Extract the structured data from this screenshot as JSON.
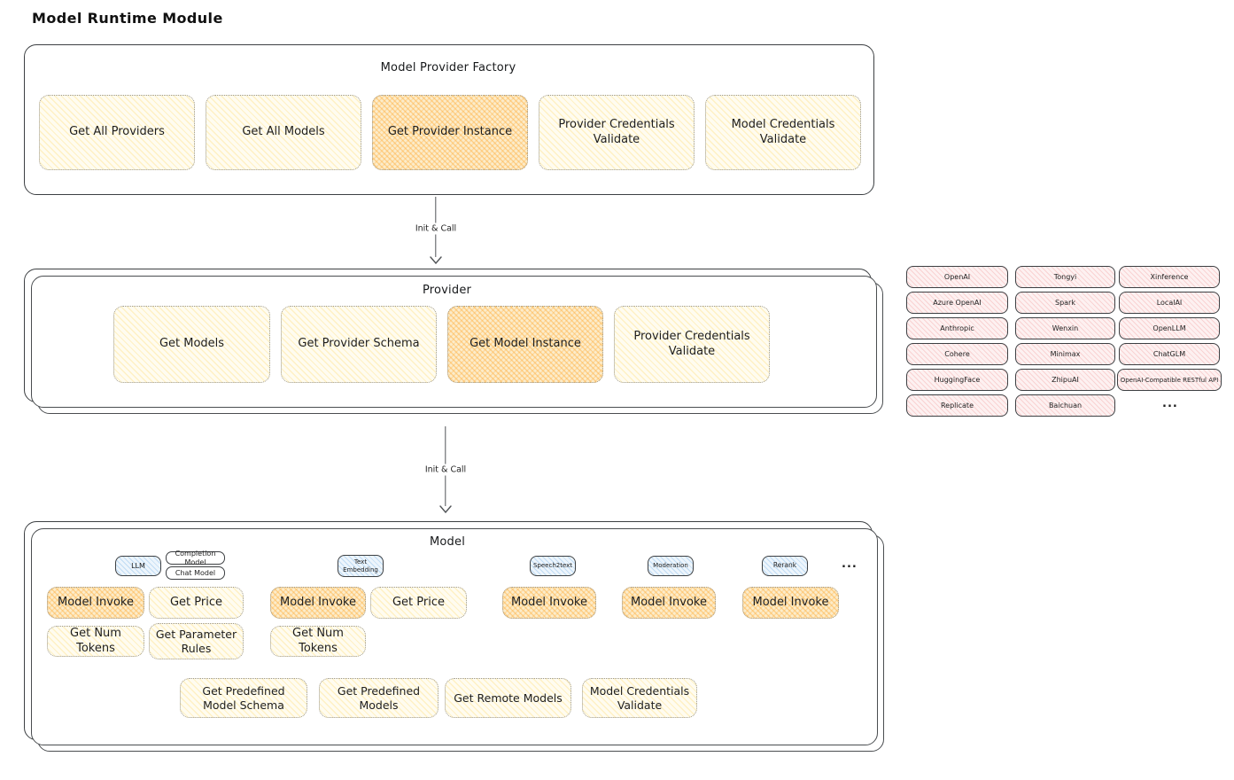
{
  "diagram": {
    "title": "Model Runtime Module",
    "factory": {
      "title": "Model Provider Factory",
      "boxes": [
        {
          "label": "Get All Providers"
        },
        {
          "label": "Get All Models"
        },
        {
          "label": "Get Provider Instance"
        },
        {
          "label": "Provider Credentials Validate"
        },
        {
          "label": "Model Credentials Validate"
        }
      ]
    },
    "arrows": [
      {
        "label": "Init & Call"
      },
      {
        "label": "Init & Call"
      }
    ],
    "provider": {
      "title": "Provider",
      "boxes": [
        {
          "label": "Get Models"
        },
        {
          "label": "Get Provider Schema"
        },
        {
          "label": "Get Model Instance"
        },
        {
          "label": "Provider Credentials Validate"
        }
      ]
    },
    "providers_list": {
      "col1": [
        "OpenAI",
        "Azure OpenAI",
        "Anthropic",
        "Cohere",
        "HuggingFace",
        "Replicate"
      ],
      "col2": [
        "Tongyi",
        "Spark",
        "Wenxin",
        "Minimax",
        "ZhipuAI",
        "Baichuan"
      ],
      "col3": [
        "Xinference",
        "LocalAI",
        "OpenLLM",
        "ChatGLM",
        "OpenAI-Compatible RESTful API"
      ],
      "more": "..."
    },
    "model": {
      "title": "Model",
      "tabs": {
        "llm": "LLM",
        "completion_model": "Completion Model",
        "chat_model": "Chat Model",
        "text_embedding": "Text Embedding",
        "speech2text": "Speech2text",
        "moderation": "Moderation",
        "rerank": "Rerank",
        "more": "..."
      },
      "llm_ops": [
        "Model Invoke",
        "Get Price",
        "Get Num Tokens",
        "Get Parameter Rules"
      ],
      "embedding_ops": [
        "Model Invoke",
        "Get Price",
        "Get Num Tokens"
      ],
      "speech2text_ops": [
        "Model Invoke"
      ],
      "moderation_ops": [
        "Model Invoke"
      ],
      "rerank_ops": [
        "Model Invoke"
      ],
      "common_ops": [
        "Get Predefined Model Schema",
        "Get Predefined Models",
        "Get Remote Models",
        "Model Credentials Validate"
      ]
    },
    "colors": {
      "yellow": "#ffec99",
      "orange": "#ffc078",
      "blue": "#a5d8ff",
      "pink": "#ffc9c9",
      "stroke": "#3d4043"
    }
  }
}
